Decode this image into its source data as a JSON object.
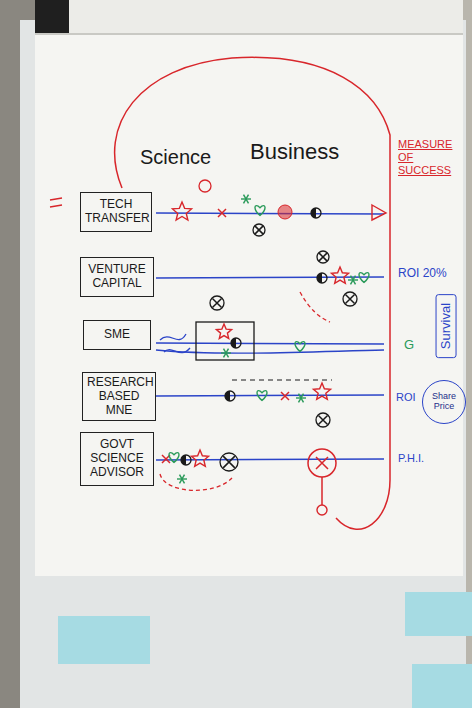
{
  "diagram": {
    "nodes": [
      {
        "text": [
          "TECH TRANSFER"
        ]
      },
      {
        "text": [
          "VENTURE CAPITAL"
        ]
      },
      {
        "text": [
          "SME"
        ]
      },
      {
        "text": [
          "RESEARCH BASED MNE"
        ]
      },
      {
        "text": [
          "GOVT SCIENCE ADVISOR"
        ]
      },
      {
        "text": [
          "Survival"
        ]
      },
      {
        "text": [
          "Share Price"
        ]
      }
    ],
    "labels": [
      "Science",
      "Business",
      "MEASURE OF SUCCESS",
      "ROI 20%",
      "G",
      "ROI",
      "P.H.I."
    ]
  }
}
